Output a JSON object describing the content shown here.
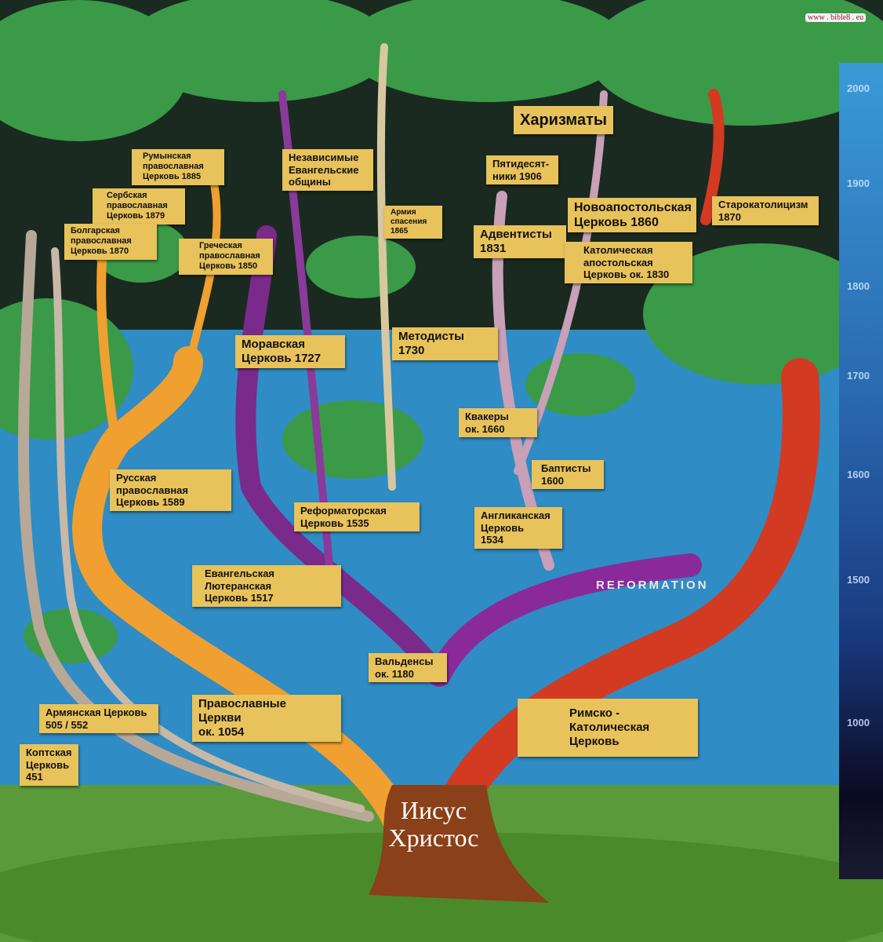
{
  "watermark": "www . bible8 . eu",
  "center_label": "Иисус\nХристос",
  "reformation": "REFORMATION",
  "timeline": [
    "2000",
    "1900",
    "1800",
    "1700",
    "1600",
    "1500",
    "1000"
  ],
  "labels": {
    "charismatics": "Харизматы",
    "pentecostals": "Пятидесят-\nники 1906",
    "romanian": "Румынская\nправославная\nЦерковь 1885",
    "serbian": "Сербская\nправославная\nЦерковь 1879",
    "bulgarian": "Болгарская\nправославная\nЦерковь 1870",
    "greek": "Греческая\nправославная\nЦерковь 1850",
    "independent": "Независимые\nЕвангельские\nобщины",
    "salvation_army": "Армия\nспасения\n1865",
    "adventists": "Адвентисты\n1831",
    "new_apostolic": "Новоапостольская\nЦерковь 1860",
    "catholic_apostolic": "Католическая\nапостольская\nЦерковь ок. 1830",
    "old_catholic": "Старокатолицизм\n1870",
    "moravian": "Моравская\nЦерковь  1727",
    "methodists": "Методисты\n1730",
    "quakers": "Квакеры\nок. 1660",
    "baptists": "Баптисты\n1600",
    "russian": "Русская православная\n      Церковь 1589",
    "reformed": "Реформаторская\n          Церковь  1535",
    "anglican": "Англиканская\nЦерковь\n      1534",
    "lutheran": "Евангельская\nЛютеранская\nЦерковь  1517",
    "waldensians": "Вальденсы\nок. 1180",
    "orthodox": "Православные\nЦеркви\nок. 1054",
    "armenian": "Армянская Церковь\n505 / 552",
    "coptic": "Коптская\nЦерковь\n451",
    "roman_catholic": "Римско - Католическая\nЦерковь"
  }
}
